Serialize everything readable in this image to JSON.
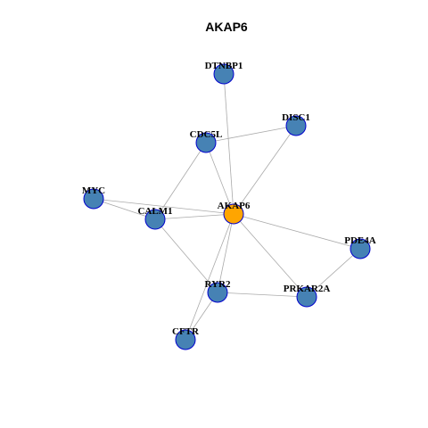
{
  "title": "AKAP6",
  "colors": {
    "edge": "#aaaaaa",
    "node_fill": "#4682b4",
    "node_stroke": "#0000cd",
    "center_fill": "#ffa500",
    "center_stroke": "#0000cd",
    "label": "#000000",
    "title": "#000000",
    "background": "#ffffff"
  },
  "nodes": [
    {
      "id": "AKAP6",
      "label": "AKAP6",
      "center": true
    },
    {
      "id": "DTNBP1",
      "label": "DTNBP1"
    },
    {
      "id": "DISC1",
      "label": "DISC1"
    },
    {
      "id": "CDC5L",
      "label": "CDC5L"
    },
    {
      "id": "MYC",
      "label": "MYC"
    },
    {
      "id": "CALM1",
      "label": "CALM1"
    },
    {
      "id": "PDE4A",
      "label": "PDE4A"
    },
    {
      "id": "RYR2",
      "label": "RYR2"
    },
    {
      "id": "PRKAR2A",
      "label": "PRKAR2A"
    },
    {
      "id": "CFTR",
      "label": "CFTR"
    }
  ],
  "edges": [
    [
      "DTNBP1",
      "AKAP6"
    ],
    [
      "CDC5L",
      "DISC1"
    ],
    [
      "CDC5L",
      "AKAP6"
    ],
    [
      "CDC5L",
      "CALM1"
    ],
    [
      "DISC1",
      "AKAP6"
    ],
    [
      "MYC",
      "CALM1"
    ],
    [
      "MYC",
      "AKAP6"
    ],
    [
      "CALM1",
      "AKAP6"
    ],
    [
      "CALM1",
      "RYR2"
    ],
    [
      "AKAP6",
      "PDE4A"
    ],
    [
      "AKAP6",
      "PRKAR2A"
    ],
    [
      "AKAP6",
      "RYR2"
    ],
    [
      "AKAP6",
      "CFTR"
    ],
    [
      "PDE4A",
      "PRKAR2A"
    ],
    [
      "RYR2",
      "PRKAR2A"
    ],
    [
      "RYR2",
      "CFTR"
    ]
  ]
}
